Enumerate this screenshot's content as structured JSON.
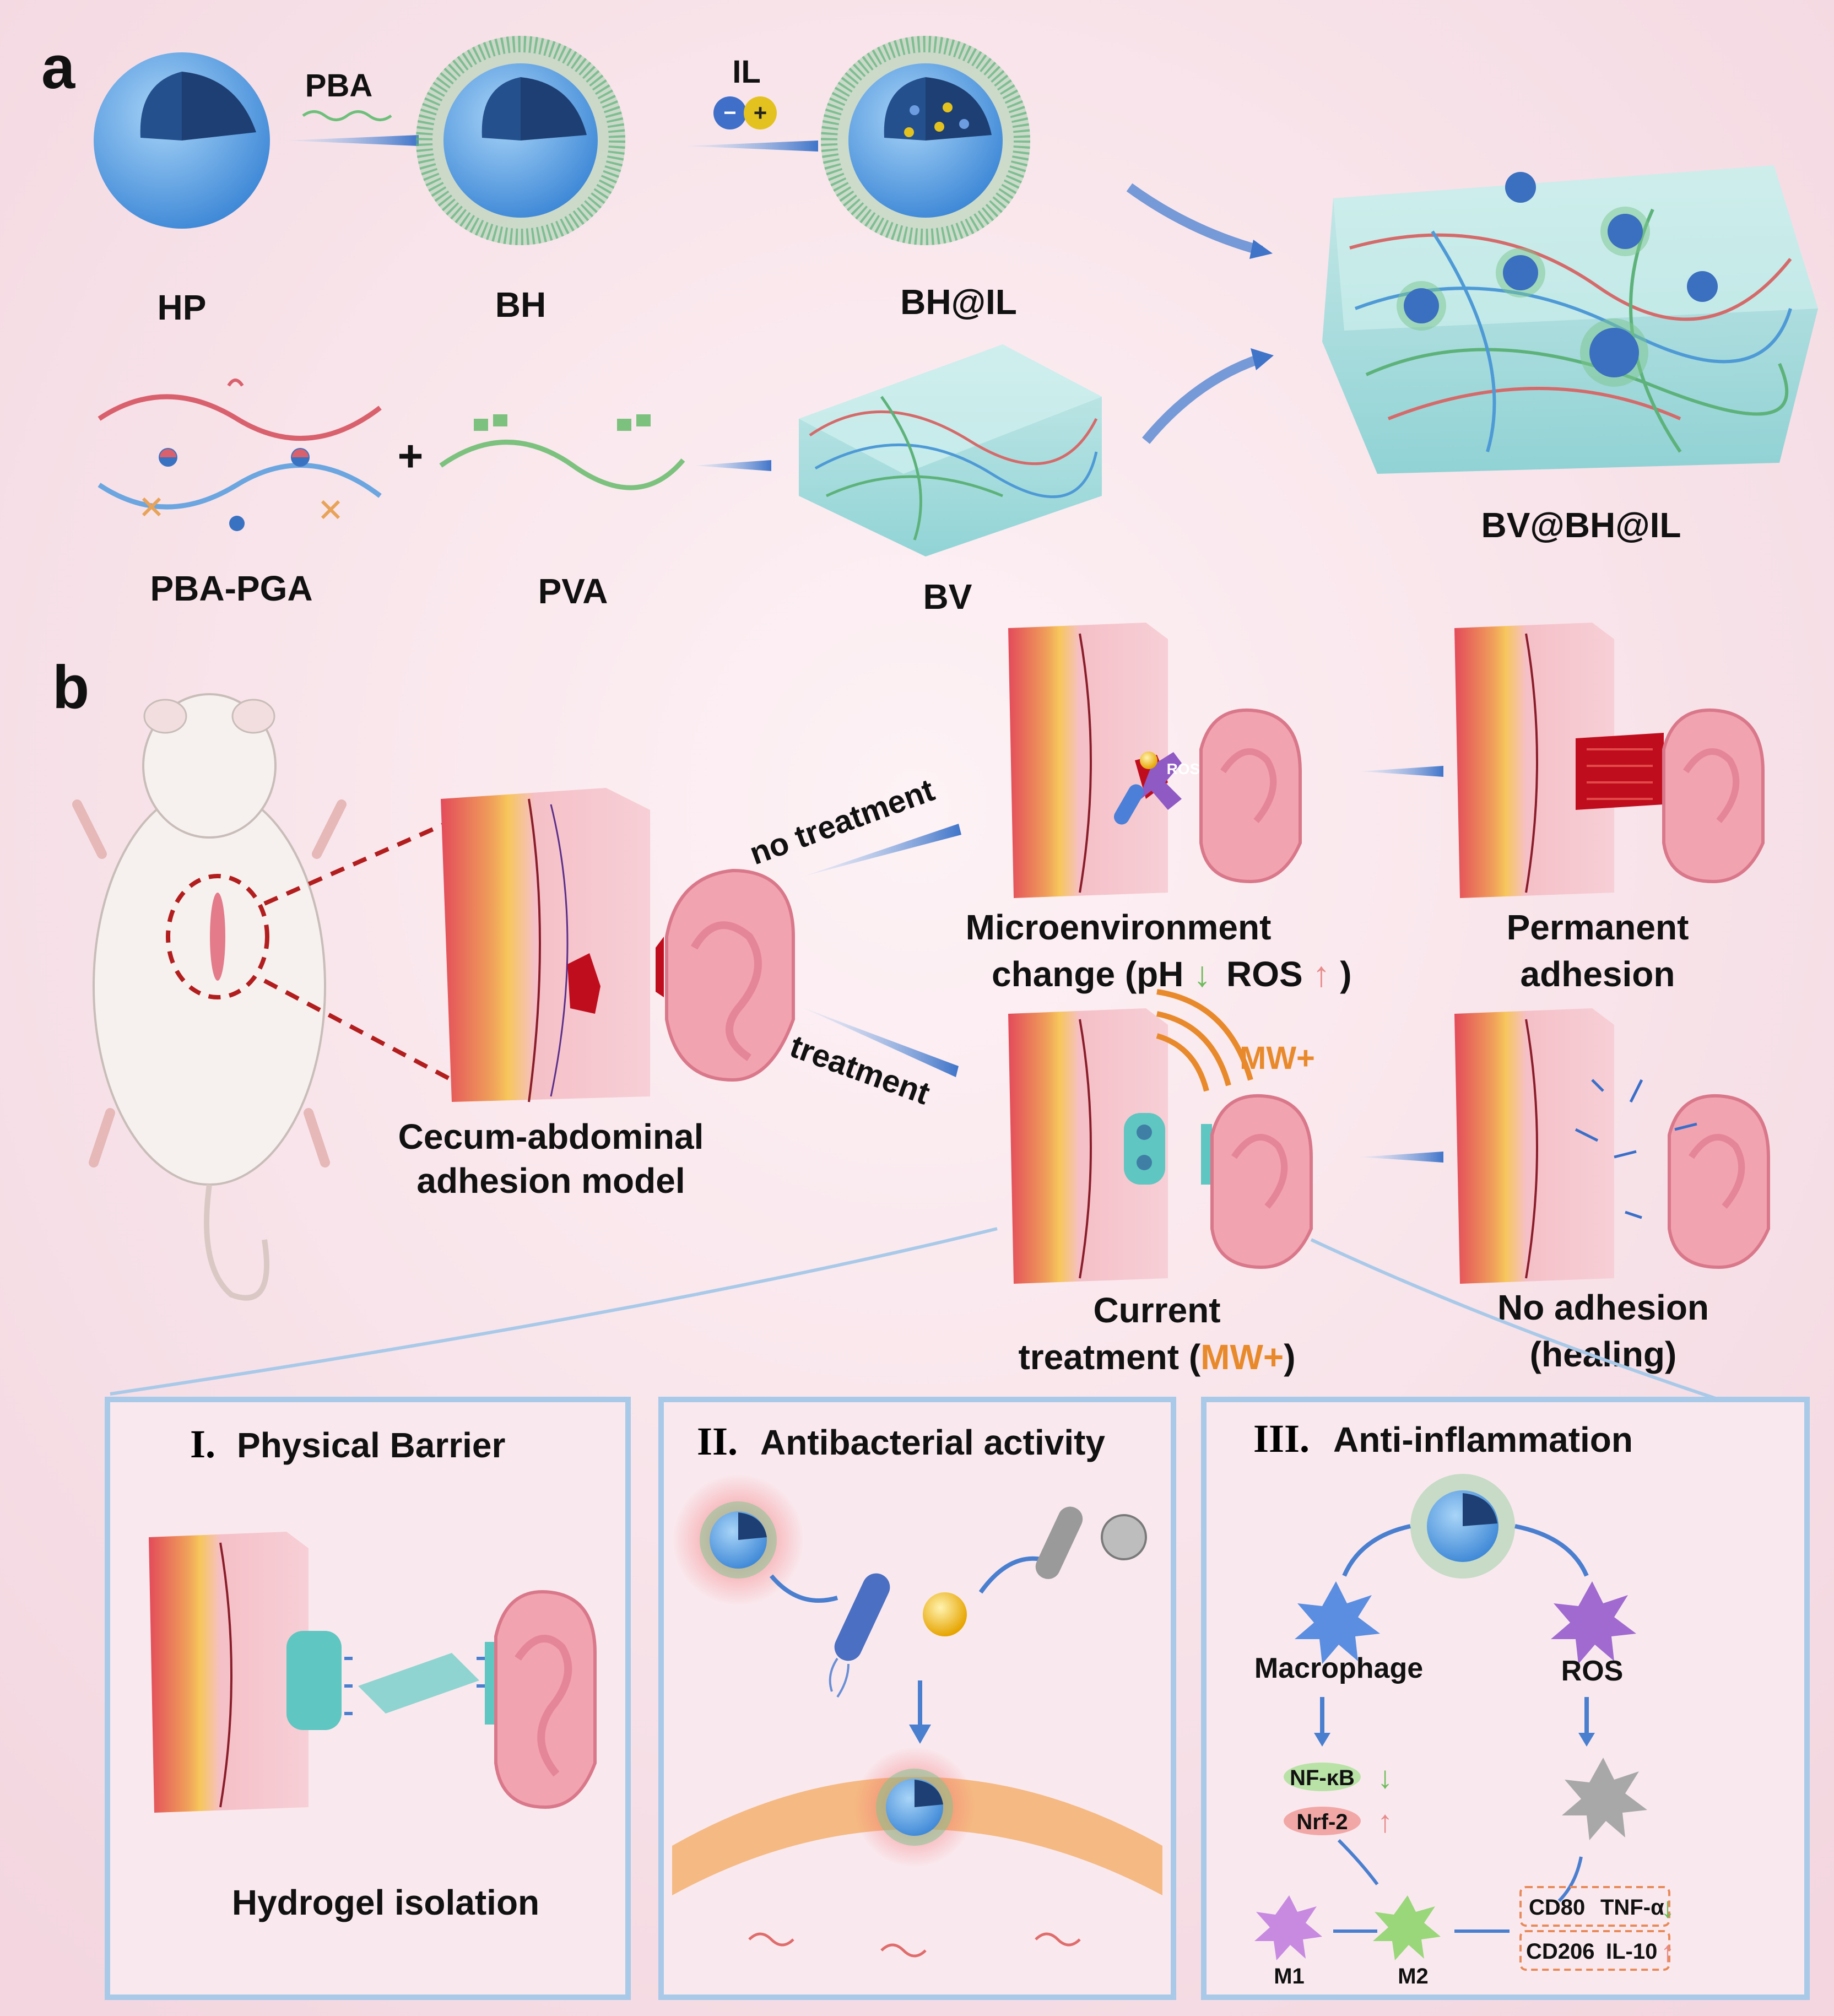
{
  "panel_a": {
    "letter": "a",
    "hp": "HP",
    "pba_arrow": "PBA",
    "bh": "BH",
    "il_arrow": "IL",
    "bh_il": "BH@IL",
    "pba_pga": "PBA-PGA",
    "plus": "+",
    "pva": "PVA",
    "bv": "BV",
    "bv_bh_il": "BV@BH@IL"
  },
  "panel_b": {
    "letter": "b",
    "model_line1": "Cecum-abdominal",
    "model_line2": "adhesion model",
    "no_treatment": "no treatment",
    "treatment": "treatment",
    "micro_line1": "Microenvironment",
    "micro_line2_a": "change (pH",
    "micro_line2_b": "ROS",
    "micro_line2_c": ")",
    "ros_tag": "ROS",
    "perm_line1": "Permanent",
    "perm_line2": "adhesion",
    "mw_label": "MW+",
    "current_line1": "Current",
    "current_line2_a": "treatment (",
    "current_line2_b": "MW+",
    "current_line2_c": ")",
    "noadh_line1": "No adhesion",
    "noadh_line2": "(healing)"
  },
  "boxes": {
    "box1_numeral": "I.",
    "box1_title": "Physical Barrier",
    "box1_caption": "Hydrogel isolation",
    "box2_numeral": "II.",
    "box2_title": "Antibacterial activity",
    "box3_numeral": "III.",
    "box3_title": "Anti-inflammation",
    "macrophage": "Macrophage",
    "ros": "ROS",
    "nfkb": "NF-κB",
    "nrf2": "Nrf-2",
    "m1": "M1",
    "m2": "M2",
    "cd80": "CD80",
    "tnfa": "TNF-α",
    "cd206": "CD206",
    "il10": "IL-10"
  },
  "colors": {
    "arrow_blue": "#4a7fd0",
    "box_border": "#a9c9e8",
    "mw_orange": "#e88a2b",
    "down_green": "#6dbb5a",
    "up_red": "#e88a8a"
  }
}
